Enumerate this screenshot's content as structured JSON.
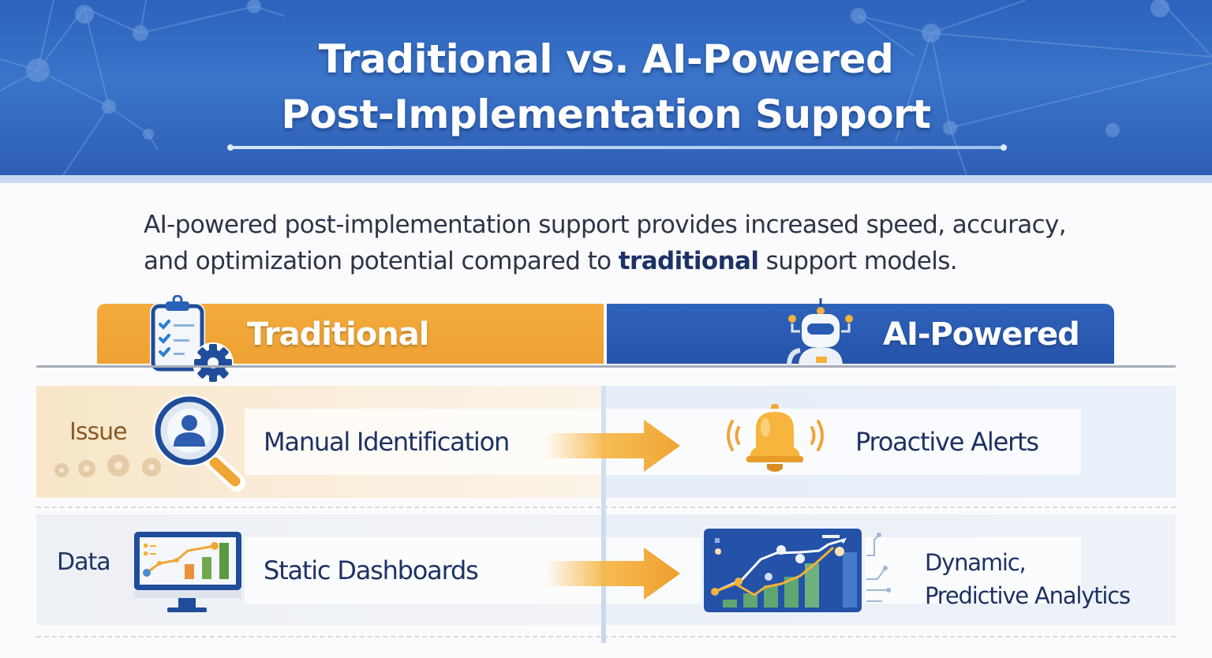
{
  "header": {
    "title_line1": "Traditional vs. AI-Powered",
    "title_line2": "Post-Implementation Support",
    "background_color": "#2f66c0"
  },
  "intro": {
    "line1": "AI-powered post-implementation support provides increased speed, accuracy,",
    "line2_before": "and optimization potential compared to ",
    "line2_bold": "traditional",
    "line2_after": " support models."
  },
  "columns": {
    "traditional": {
      "label": "Traditional",
      "icon": "clipboard-gear-icon",
      "color": "#f0a535"
    },
    "ai": {
      "label": "AI-Powered",
      "icon": "robot-icon",
      "color": "#2a5bb2"
    }
  },
  "rows": [
    {
      "category": "Issue",
      "category_icon": "magnifier-person-icon",
      "traditional": "Manual Identification",
      "ai_icon": "bell-icon",
      "ai": "Proactive Alerts"
    },
    {
      "category": "Data",
      "category_icon": "monitor-chart-icon",
      "traditional": "Static Dashboards",
      "ai_icon": "analytics-dashboard-icon",
      "ai_line1": "Dynamic,",
      "ai_line2": "Predictive Analytics"
    }
  ],
  "colors": {
    "accent_orange": "#f0a535",
    "accent_blue": "#2a5bb2",
    "text_navy": "#1d3163",
    "issue_brown": "#8b5a26"
  }
}
